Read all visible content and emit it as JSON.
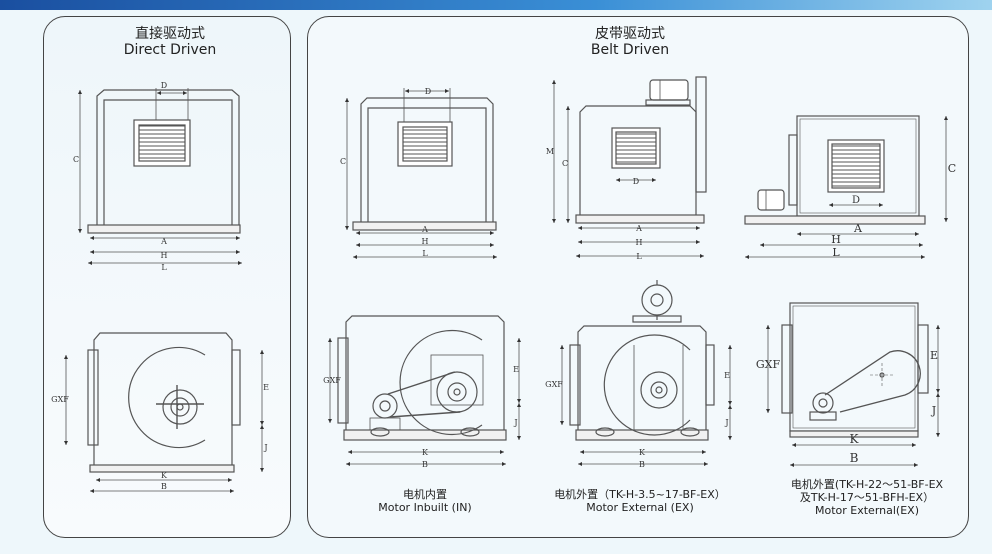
{
  "direct": {
    "title_cn": "直接驱动式",
    "title_en": "Direct Driven"
  },
  "belt": {
    "title_cn": "皮带驱动式",
    "title_en": "Belt Driven"
  },
  "captions": {
    "in_cn": "电机内置",
    "in_en": "Motor Inbuilt (IN)",
    "ex1_cn": "电机外置（TK-H-3.5~17-BF-EX）",
    "ex1_en": "Motor External (EX)",
    "ex2_cn1": "电机外置(TK-H-22～51-BF-EX",
    "ex2_cn2": "及TK-H-17～51-BFH-EX）",
    "ex2_en": "Motor External(EX)"
  },
  "dims": {
    "A": "A",
    "B": "B",
    "C": "C",
    "D": "D",
    "E": "E",
    "H": "H",
    "J": "J",
    "K": "K",
    "L": "L",
    "M": "M",
    "GXF": "GXF"
  }
}
